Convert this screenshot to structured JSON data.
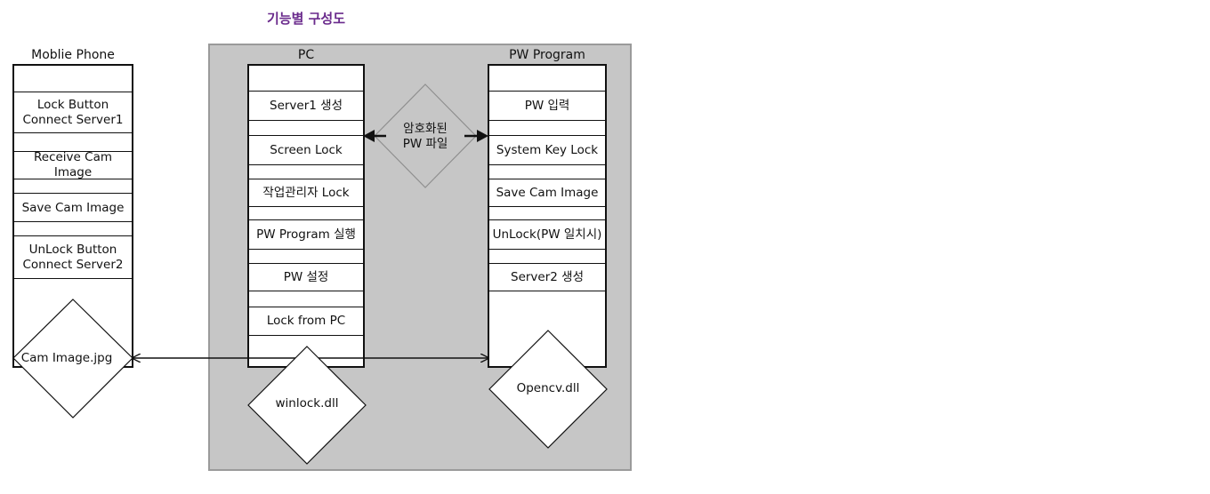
{
  "title": "기능별 구성도",
  "mobile": {
    "label": "Moblie Phone",
    "items": [
      {
        "line1": "Lock Button",
        "line2": "Connect Server1"
      },
      {
        "line1": "Receive Cam Image",
        "line2": ""
      },
      {
        "line1": "Save Cam Image",
        "line2": ""
      },
      {
        "line1": "UnLock Button",
        "line2": "Connect Server2"
      }
    ],
    "file": "Cam Image.jpg"
  },
  "pc": {
    "label": "PC",
    "items": [
      "Server1 생성",
      "Screen Lock",
      "작업관리자 Lock",
      "PW Program 실행",
      "PW 설정",
      "Lock from PC"
    ],
    "dll": "winlock.dll"
  },
  "pw": {
    "label": "PW Program",
    "items": [
      "PW 입력",
      "System Key Lock",
      "Save Cam Image",
      "UnLock(PW 일치시)",
      "Server2 생성"
    ],
    "dll": "Opencv.dll"
  },
  "encrypted": {
    "line1": "암호화된",
    "line2": "PW 파일"
  }
}
